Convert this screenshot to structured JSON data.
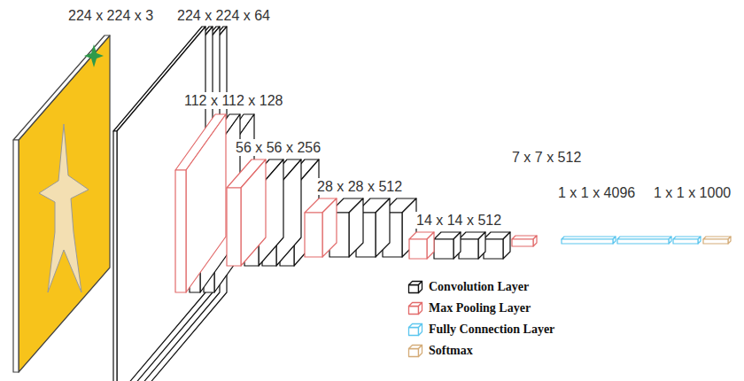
{
  "diagram": {
    "labels": [
      "224 x 224 x 3",
      "224 x 224 x 64",
      "112 x 112 x 128",
      "56 x 56 x 256",
      "28 x 28 x 512",
      "14 x 14 x 512",
      "7 x 7 x 512",
      "1 x 1 x 4096",
      "1 x 1 x 1000"
    ],
    "legend": [
      {
        "text": "Convolution Layer",
        "color": "#111111"
      },
      {
        "text": "Max Pooling Layer",
        "color": "#e26b6b"
      },
      {
        "text": "Fully Connection Layer",
        "color": "#5cc6ee"
      },
      {
        "text": "Softmax",
        "color": "#d4ac78"
      }
    ]
  }
}
